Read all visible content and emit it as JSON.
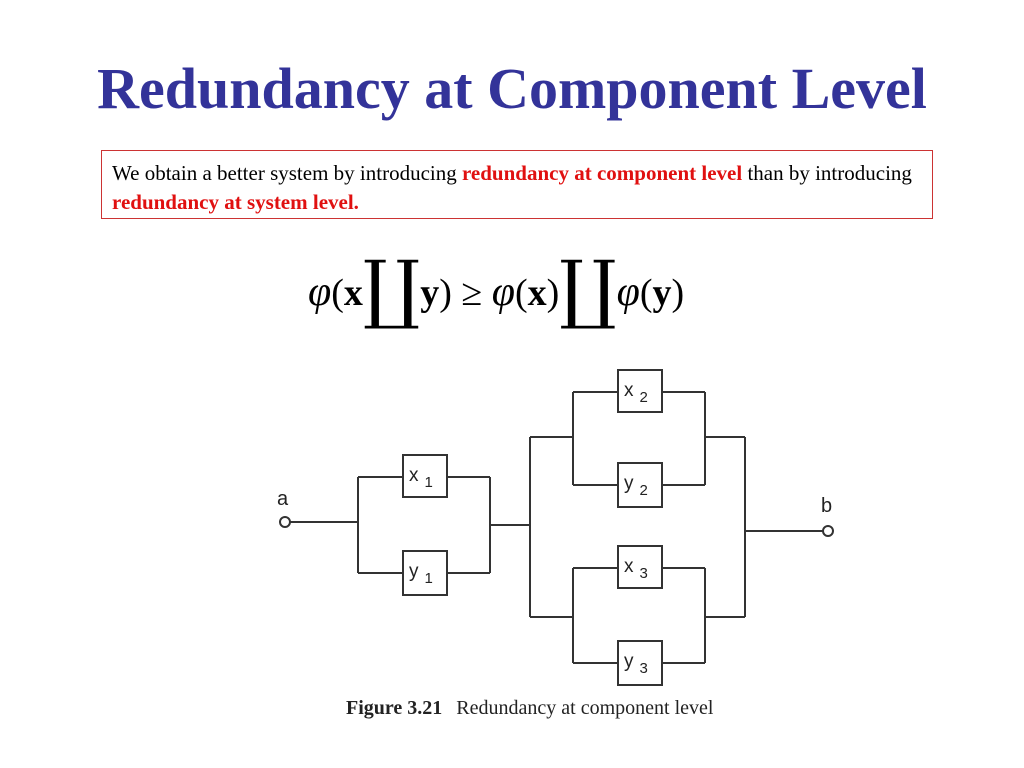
{
  "title": "Redundancy at Component Level",
  "note": {
    "part1": "We obtain a better system by introducing ",
    "highlight1": "redundancy at component level",
    "part2": " than by introducing ",
    "highlight2": "redundancy at system level."
  },
  "formula": {
    "phi": "φ",
    "open": "(",
    "close": ")",
    "x": "x",
    "y": "y",
    "coprod": "∐",
    "geq": "≥"
  },
  "diagram": {
    "input_terminal": "a",
    "output_terminal": "b",
    "components": [
      {
        "id": "x1",
        "letter": "x",
        "index": "1"
      },
      {
        "id": "y1",
        "letter": "y",
        "index": "1"
      },
      {
        "id": "x2",
        "letter": "x",
        "index": "2"
      },
      {
        "id": "y2",
        "letter": "y",
        "index": "2"
      },
      {
        "id": "x3",
        "letter": "x",
        "index": "3"
      },
      {
        "id": "y3",
        "letter": "y",
        "index": "3"
      }
    ]
  },
  "caption": {
    "number": "Figure 3.21",
    "text": "Redundancy at component level"
  },
  "colors": {
    "title": "#333399",
    "highlight": "#e01010",
    "box_border": "#cc3333"
  }
}
